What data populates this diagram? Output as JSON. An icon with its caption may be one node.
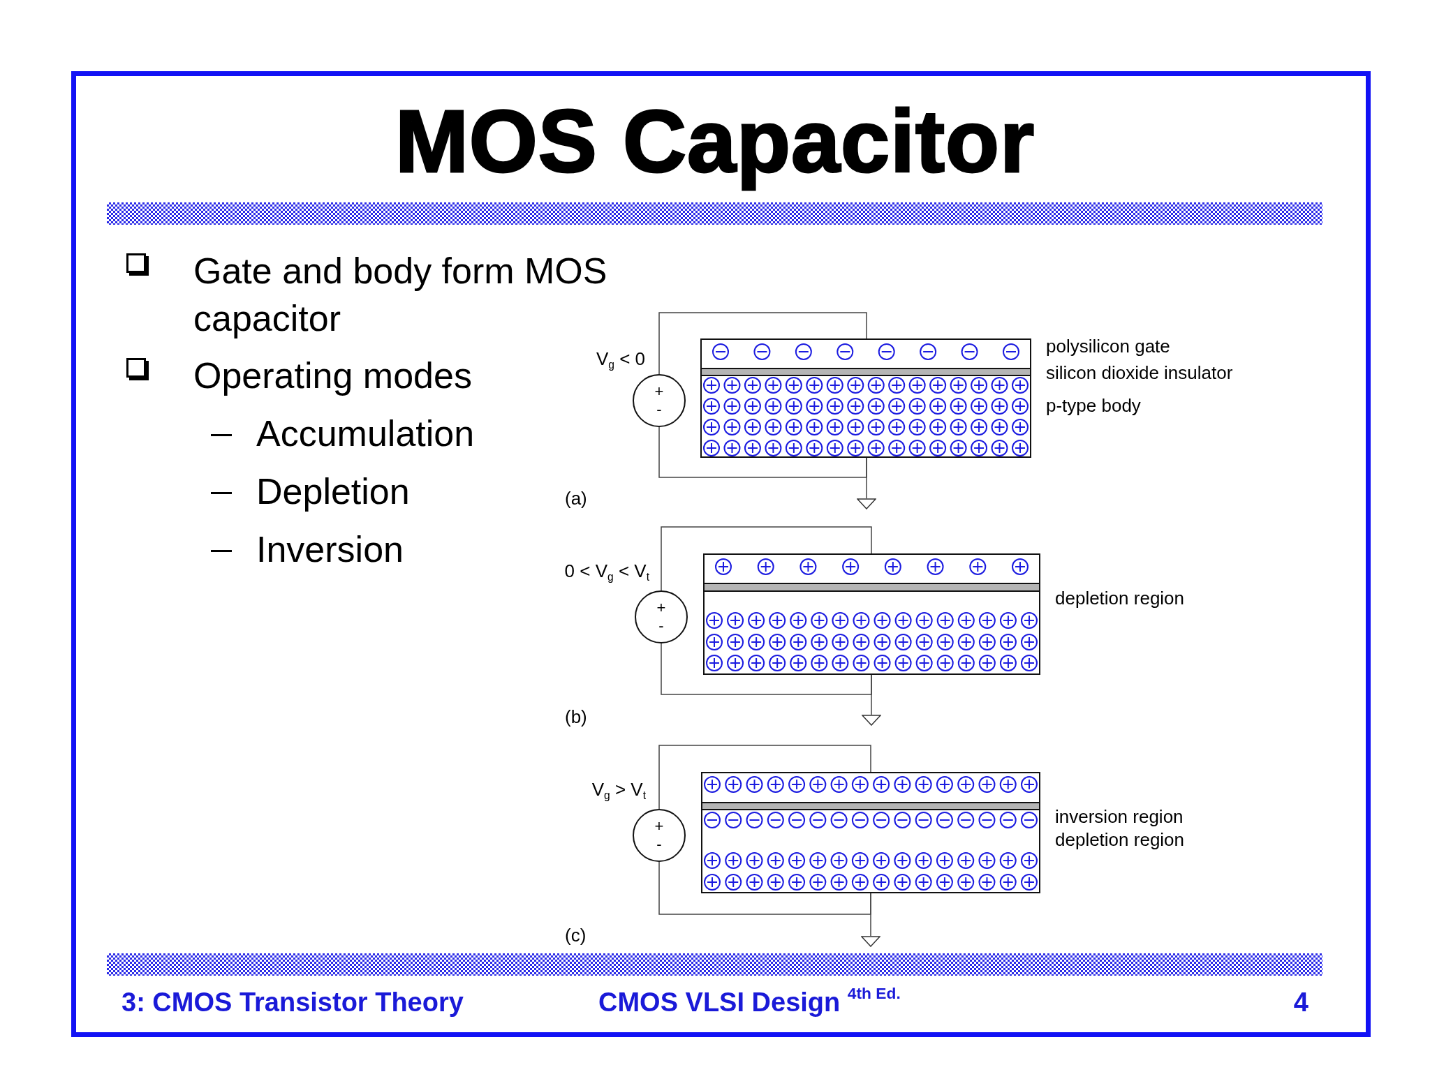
{
  "diagram": {
    "title": "MOS Capacitor",
    "nodes": [
      {
        "text": [],
        "shape": "bar"
      },
      {
        "text": [
          "+",
          "-"
        ],
        "beside": [
          "V$_{g}$ < 0"
        ]
      },
      {
        "text": [],
        "shape": "box"
      },
      {
        "text": [],
        "shape": "box"
      },
      {
        "text": [],
        "shape": "ground"
      },
      {
        "text": [
          "+",
          "-"
        ],
        "beside": [
          "0 < V$_{g}$ < V$_{t}$"
        ]
      },
      {
        "text": [],
        "shape": "box"
      },
      {
        "text": [],
        "shape": "box"
      },
      {
        "text": [],
        "shape": "ground"
      },
      {
        "text": [
          "+",
          "-"
        ],
        "beside": [
          "V$_{g}$ > V$_{t}$"
        ]
      },
      {
        "text": [],
        "shape": "box"
      },
      {
        "text": [],
        "shape": "box"
      },
      {
        "text": [],
        "shape": "ground"
      },
      {
        "text": [],
        "shape": "bar"
      }
    ],
    "edges": [
      {
        "from": 1,
        "to": 2,
        "arrow": "none"
      },
      {
        "from": 1,
        "to": 3,
        "arrow": "none"
      },
      {
        "from": 3,
        "to": 4,
        "arrow": "none"
      },
      {
        "from": 5,
        "to": 6,
        "arrow": "none"
      },
      {
        "from": 5,
        "to": 7,
        "arrow": "none"
      },
      {
        "from": 7,
        "to": 8,
        "arrow": "none"
      },
      {
        "from": 9,
        "to": 10,
        "arrow": "none"
      },
      {
        "from": 9,
        "to": 11,
        "arrow": "none"
      },
      {
        "from": 11,
        "to": 12,
        "arrow": "none"
      }
    ],
    "labels": [
      "Gate and body form MOS capacitor",
      "Operating modes",
      "Accumulation",
      "Depletion",
      "Inversion",
      "polysilicon gate",
      "silicon dioxide insulator",
      "p-type body",
      "(a)",
      "depletion region",
      "(b)",
      "inversion region",
      "depletion region",
      "(c)",
      "3: CMOS Transistor Theory",
      "CMOS VLSI Design $^{4th Ed.}$",
      "4"
    ]
  }
}
